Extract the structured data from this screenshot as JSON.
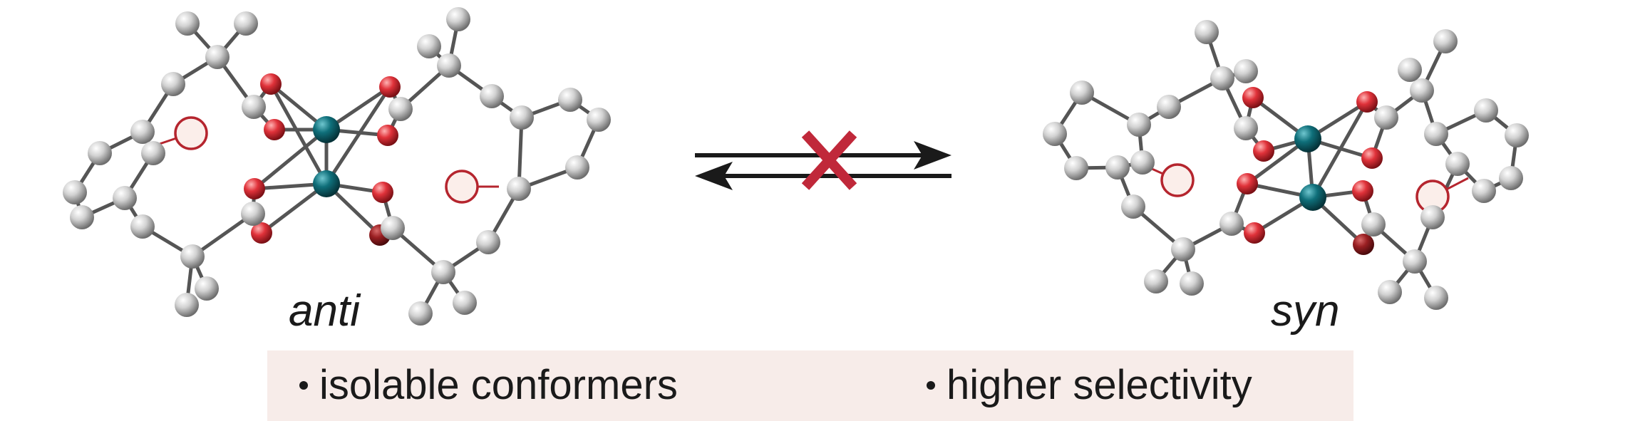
{
  "labels": {
    "left_conformer": "anti",
    "right_conformer": "syn"
  },
  "bullets": [
    "isolable conformers",
    "higher selectivity"
  ],
  "colors": {
    "carbon": "#c8c8c8",
    "oxygen": "#e0323a",
    "oxygen_dark": "#9a1f22",
    "metal": "#0f6f7a",
    "bond": "#555555",
    "ring_marker": "#b5252e",
    "ring_fill": "#fbeeea",
    "cross": "#c0283a",
    "arrow": "#1a1a1a",
    "banner": "#f7ece9"
  },
  "icons": [
    "equilibrium-arrows-icon",
    "forbidden-cross-icon"
  ]
}
